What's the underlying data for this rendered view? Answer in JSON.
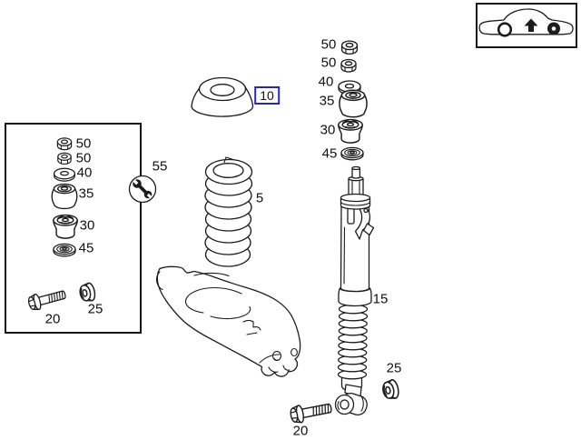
{
  "colors": {
    "background": "#ffffff",
    "line": "#1c1c1c",
    "highlight": "#2828b0"
  },
  "icons": {
    "locator": "car-side-up-arrow",
    "tool": "open-end-wrench-in-circle"
  },
  "diagram": {
    "callouts": {
      "spring_seat": "10",
      "coil_spring": "5",
      "shock_absorber": "15",
      "bolt_main": "20",
      "nut_main": "25",
      "tool": "55"
    },
    "fastener_column": [
      {
        "part": "hex-nut",
        "label": "50"
      },
      {
        "part": "hex-nut",
        "label": "50"
      },
      {
        "part": "washer",
        "label": "40"
      },
      {
        "part": "rubber-bushing",
        "label": "35"
      },
      {
        "part": "rubber-mount",
        "label": "30"
      },
      {
        "part": "cup-washer",
        "label": "45"
      }
    ],
    "inset_box": {
      "fasteners": [
        {
          "part": "hex-nut",
          "label": "50"
        },
        {
          "part": "hex-nut",
          "label": "50"
        },
        {
          "part": "washer",
          "label": "40"
        },
        {
          "part": "rubber-bushing",
          "label": "35"
        },
        {
          "part": "rubber-mount",
          "label": "30"
        },
        {
          "part": "cup-washer",
          "label": "45"
        }
      ],
      "bolt_label": "20",
      "nut_label": "25"
    }
  }
}
